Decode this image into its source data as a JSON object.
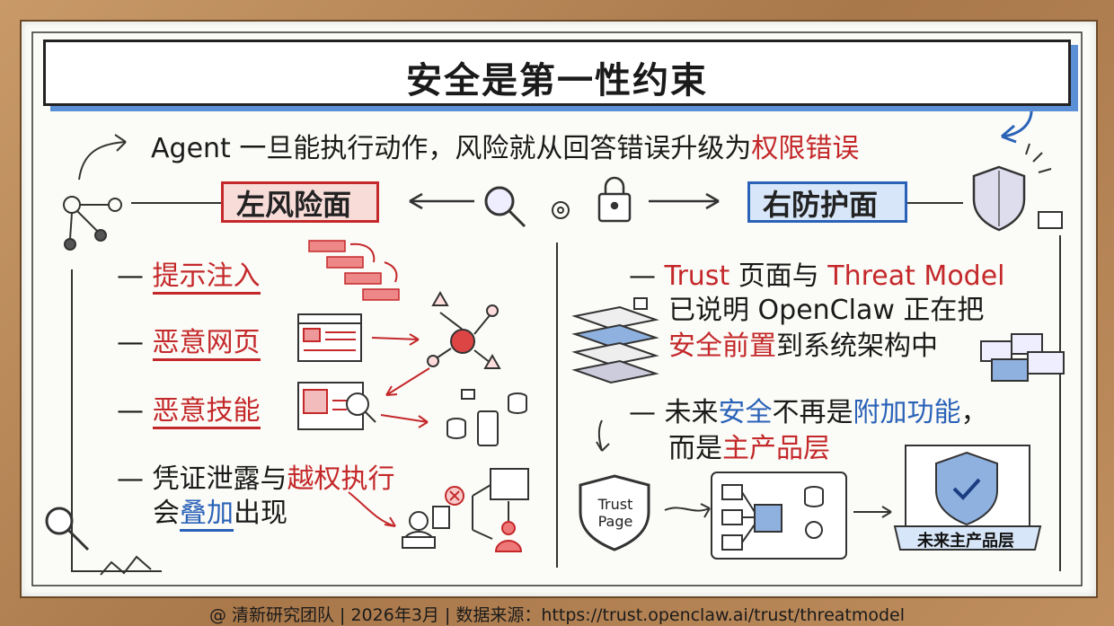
{
  "title": "安全是第一性约束",
  "subtitle": {
    "prefix": "Agent 一旦能执行动作，风险就从回答错误升级为",
    "highlight": "权限错误"
  },
  "left_panel": {
    "label": "左风险面",
    "items": [
      "提示注入",
      "恶意网页",
      "恶意技能"
    ],
    "item4": {
      "part1": "凭证泄露与",
      "part1_red": "越权执行",
      "part2_pre": "会",
      "part2_blue": "叠加",
      "part2_post": "出现"
    }
  },
  "right_panel": {
    "label": "右防护面",
    "point1": {
      "w1": "Trust",
      "t1": " 页面与 ",
      "w2": "Threat Model",
      "line2": "已说明 OpenClaw 正在把",
      "red3": "安全前置",
      "t3": "到系统架构中"
    },
    "point2": {
      "t1": "未来",
      "b1": "安全",
      "t2": "不再是",
      "b2": "附加功能",
      "t3": "，",
      "t4": "而是",
      "r1": "主产品层"
    },
    "trust_page": "Trust Page",
    "banner": "未来主产品层"
  },
  "footer": "@ 清新研究团队 | 2026年3月 | 数据来源：https://trust.openclaw.ai/trust/threatmodel",
  "colors": {
    "red": "#c4282a",
    "blue": "#2a62b8",
    "shadow": "#5b8fd6"
  }
}
